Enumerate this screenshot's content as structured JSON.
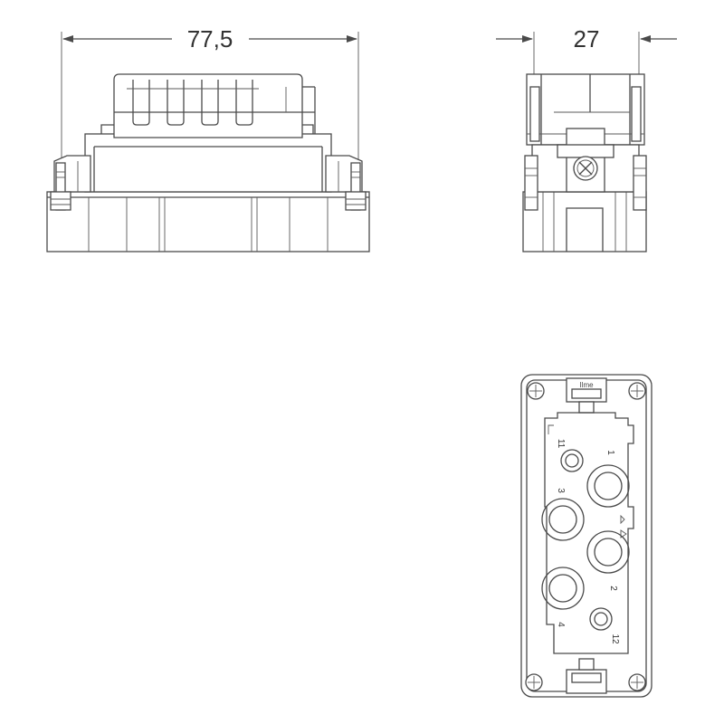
{
  "dimensions": {
    "width_label": "77,5",
    "depth_label": "27"
  },
  "face_view": {
    "code_label": "Ilme",
    "pins": [
      "1",
      "2",
      "3",
      "4",
      "11",
      "12"
    ]
  },
  "colors": {
    "line": "#4a4a4a",
    "background": "#ffffff"
  },
  "icons": [
    "screw-icon",
    "ground-terminal-icon",
    "dimension-arrow-icon"
  ]
}
